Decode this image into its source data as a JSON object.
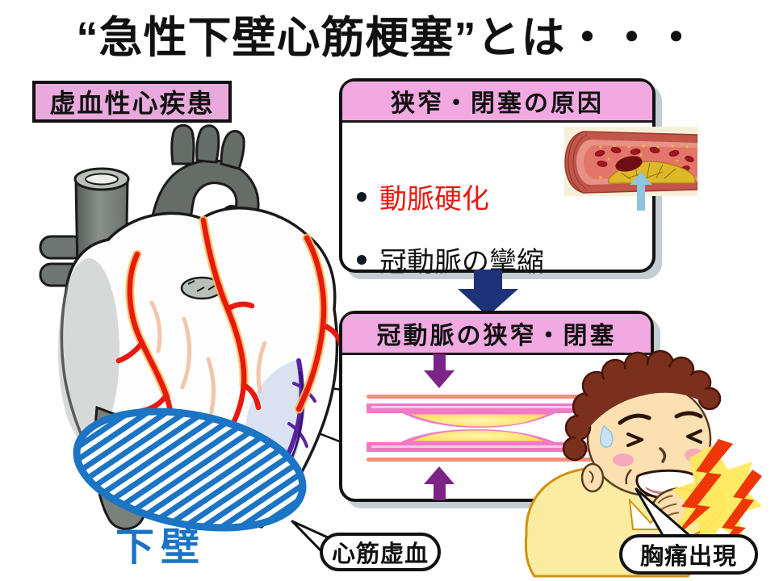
{
  "title": "“急性下壁心筋梗塞”とは・・・",
  "heart_panel": {
    "label": "虚血性心疾患",
    "region_label": "下壁"
  },
  "causes_box": {
    "header": "狭窄・閉塞の原因",
    "bullets": [
      {
        "text": "動脈硬化",
        "color": "#e8190e"
      },
      {
        "text": "冠動脈の攣縮",
        "color": "#111111"
      }
    ]
  },
  "stenosis_box": {
    "header": "冠動脈の狭窄・閉塞"
  },
  "callouts": {
    "ischemia": "心筋虚血",
    "chest_pain": "胸痛出現"
  },
  "colors": {
    "header_pink": "#f2a9e2",
    "label_pink": "#e9a9dc",
    "accent_red": "#e8190e",
    "navy_arrow": "#1f3178",
    "region_blue": "#1b74c4",
    "purple_arrow": "#7b2486",
    "artery_pink": "#f07ac5",
    "plaque_yellow": "#ffd84a"
  },
  "illustrations": {
    "heart": "heart-anatomy-illustration",
    "artery_cutaway": "atherosclerosis-artery-cutaway-illustration",
    "stenosis": "narrowed-coronary-artery-illustration",
    "patient": "man-clutching-chest-illustration"
  }
}
